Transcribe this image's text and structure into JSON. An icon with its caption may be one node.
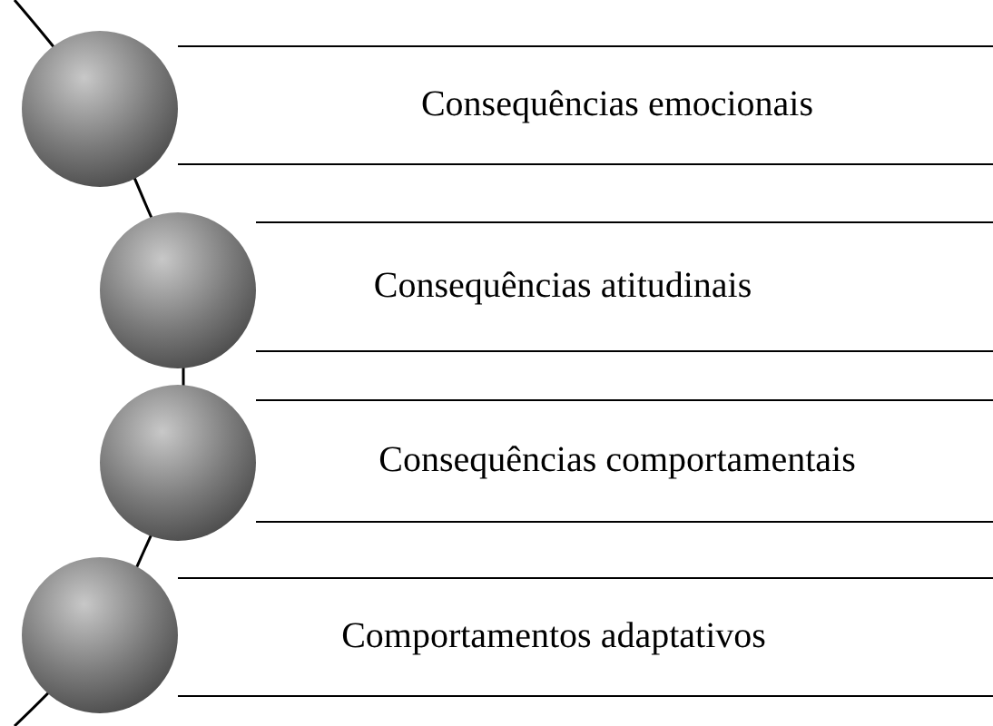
{
  "diagram": {
    "nodes": [
      {
        "text": [
          "Consequências emocionais"
        ]
      },
      {
        "text": [
          "Consequências atitudinais"
        ]
      },
      {
        "text": [
          "Consequências comportamentais"
        ]
      },
      {
        "text": [
          "Comportamentos adaptativos"
        ]
      }
    ]
  }
}
